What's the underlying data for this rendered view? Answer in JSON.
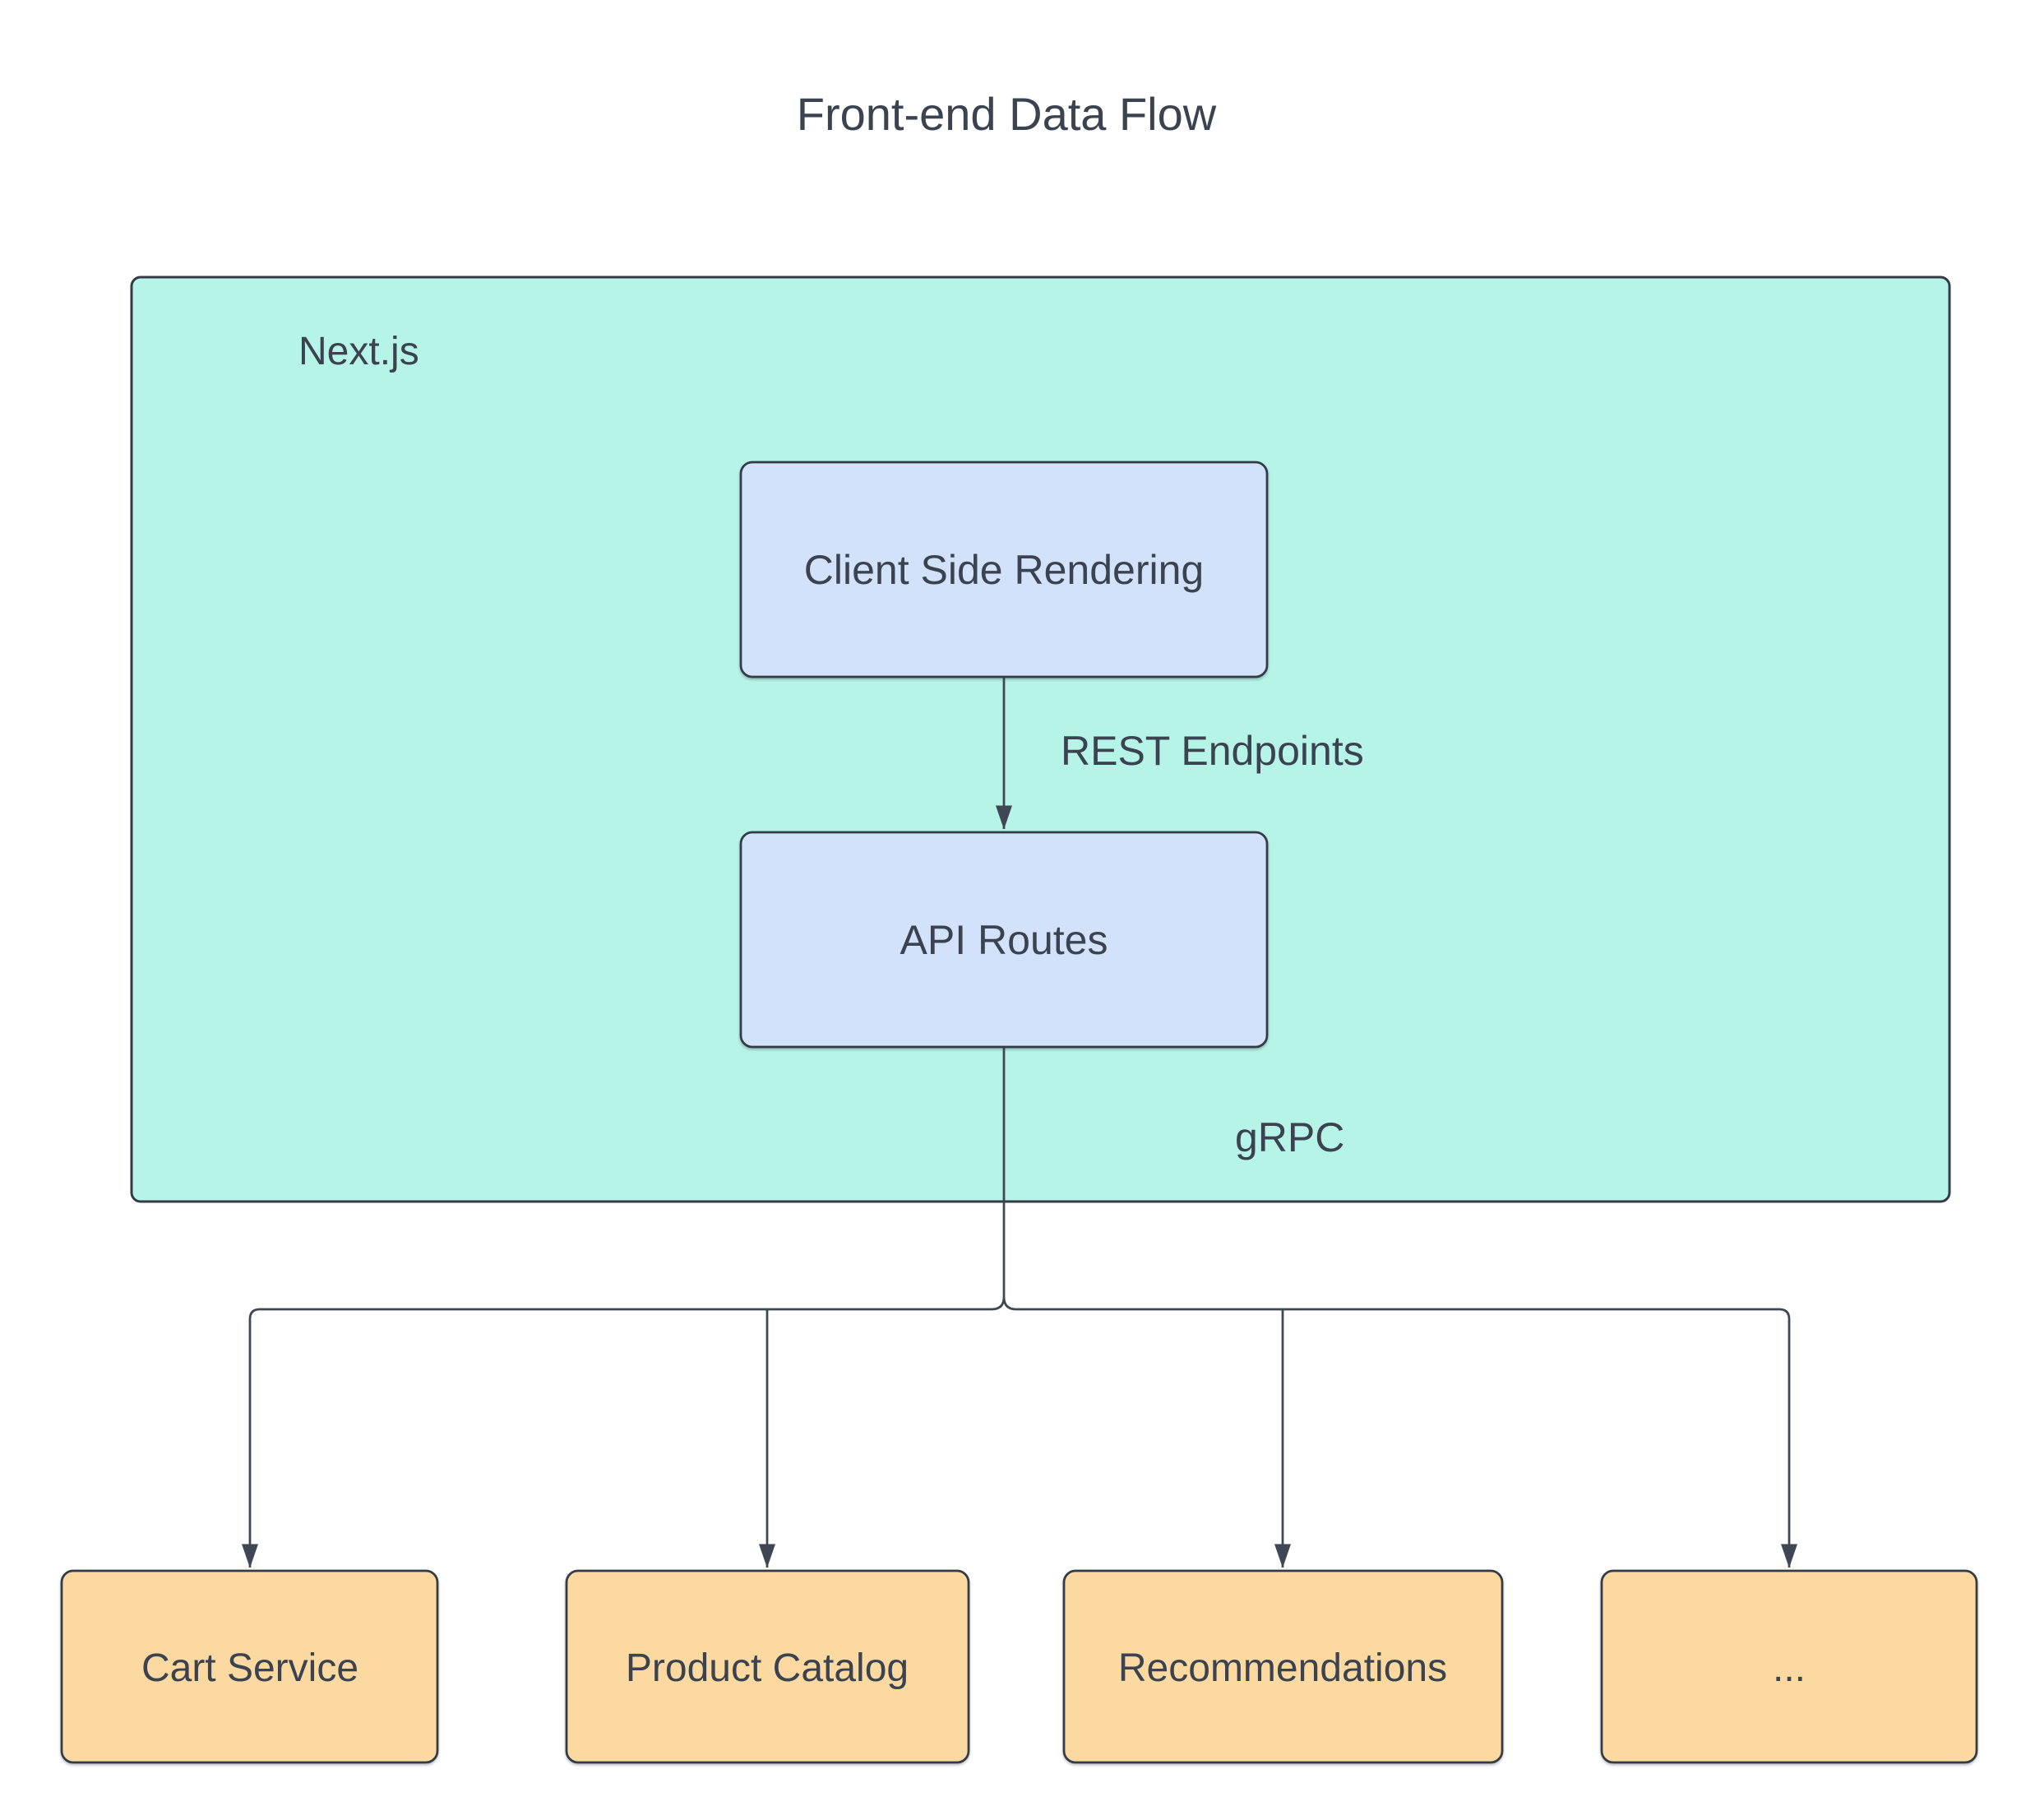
{
  "title": "Front-end Data Flow",
  "colors": {
    "background": "#ffffff",
    "container_fill": "#b7f4e8",
    "node_primary_fill": "#d3e2fb",
    "service_fill": "#fcd9a1",
    "shape_stroke": "#333b46",
    "edge_color": "#3e4753",
    "text_color": "#3a434f"
  },
  "container": {
    "label": "Next.js"
  },
  "nodes": {
    "client_side_rendering": {
      "label": "Client Side Rendering"
    },
    "api_routes": {
      "label": "API Routes"
    },
    "cart_service": {
      "label": "Cart Service"
    },
    "product_catalog": {
      "label": "Product Catalog"
    },
    "recommendations": {
      "label": "Recommendations"
    },
    "more_services": {
      "label": "..."
    }
  },
  "edges": {
    "csr_to_api": {
      "label": "REST Endpoints"
    },
    "api_to_services": {
      "label": "gRPC"
    }
  }
}
